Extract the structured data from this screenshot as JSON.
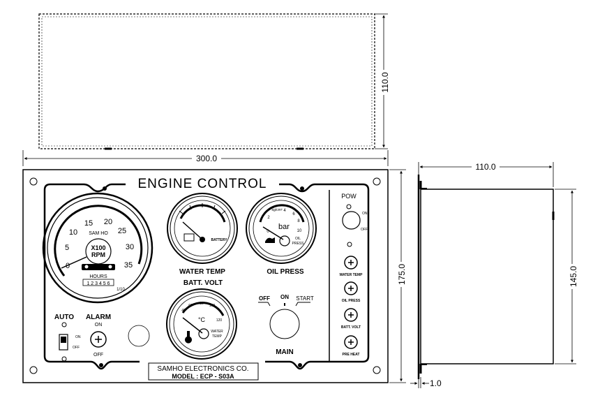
{
  "dimensions": {
    "top_height": "110.0",
    "panel_width": "300.0",
    "side_depth": "110.0",
    "panel_height": "175.0",
    "side_height": "145.0",
    "flange": "1.0"
  },
  "panel": {
    "title": "ENGINE CONTROL",
    "maker": "SAMHO ELECTRONICS CO.",
    "model": "MODEL :  ECP - S03A"
  },
  "tachometer": {
    "ticks": [
      "0",
      "5",
      "10",
      "15",
      "20",
      "25",
      "30",
      "35"
    ],
    "brand": "SAM HO",
    "unit_top": "X100",
    "unit_bottom": "RPM",
    "hours_label": "HOURS",
    "hours_value": "1 2 3 4 5 6",
    "fraction": "1/10"
  },
  "water_temp_gauge": {
    "label": "WATER TEMP",
    "sub": "BATTERY"
  },
  "oil_press_gauge": {
    "label": "OIL PRESS",
    "unit": "bar",
    "sub_unit": "kg/cm²",
    "ticks": [
      "0",
      "2",
      "4",
      "6",
      "8",
      "10"
    ],
    "sub": "OIL PRESS"
  },
  "batt_volt_gauge": {
    "label": "BATT. VOLT",
    "unit": "°C",
    "sub": "WATER TEMP",
    "ticks": [
      "40",
      "60",
      "80",
      "100",
      "120"
    ]
  },
  "switches": {
    "auto": "AUTO",
    "alarm": "ALARM",
    "alarm_on": "ON",
    "alarm_off": "OFF",
    "toggle_on": "ON",
    "toggle_off": "OFF"
  },
  "main_switch": {
    "off": "OFF",
    "on": "ON",
    "start": "START",
    "label": "MAIN"
  },
  "right_column": {
    "pow": "POW",
    "pow_on": "ON",
    "pow_off": "OFF",
    "indicators": [
      "WATER TEMP",
      "OIL PRESS",
      "BATT. VOLT",
      "PRE HEAT"
    ]
  }
}
